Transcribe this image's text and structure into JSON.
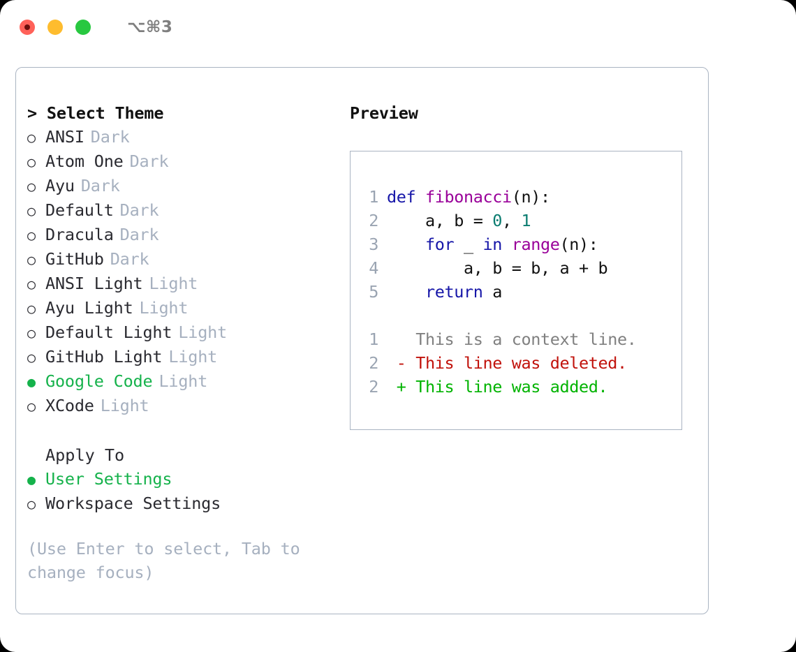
{
  "titlebar": {
    "shortcut": "⌥⌘3",
    "controls": [
      {
        "name": "close",
        "color": "#ff6159"
      },
      {
        "name": "minimize",
        "color": "#febc2e"
      },
      {
        "name": "maximize",
        "color": "#28c840"
      }
    ]
  },
  "theme_picker": {
    "heading": "> Select Theme",
    "bullet_selected": "●",
    "bullet_unselected": "○",
    "selected_color": "#15b24b",
    "suffix_color": "#a6b0bf",
    "items": [
      {
        "bullet": "○",
        "label": "ANSI",
        "suffix": "Dark",
        "selected": false
      },
      {
        "bullet": "○",
        "label": "Atom One",
        "suffix": "Dark",
        "selected": false
      },
      {
        "bullet": "○",
        "label": "Ayu",
        "suffix": "Dark",
        "selected": false
      },
      {
        "bullet": "○",
        "label": "Default",
        "suffix": "Dark",
        "selected": false
      },
      {
        "bullet": "○",
        "label": "Dracula",
        "suffix": "Dark",
        "selected": false
      },
      {
        "bullet": "○",
        "label": "GitHub",
        "suffix": "Dark",
        "selected": false
      },
      {
        "bullet": "○",
        "label": "ANSI Light",
        "suffix": "Light",
        "selected": false
      },
      {
        "bullet": "○",
        "label": "Ayu Light",
        "suffix": "Light",
        "selected": false
      },
      {
        "bullet": "○",
        "label": "Default Light",
        "suffix": "Light",
        "selected": false
      },
      {
        "bullet": "○",
        "label": "GitHub Light",
        "suffix": "Light",
        "selected": false
      },
      {
        "bullet": "●",
        "label": "Google Code",
        "suffix": "Light",
        "selected": true
      },
      {
        "bullet": "○",
        "label": "XCode",
        "suffix": "Light",
        "selected": false
      }
    ]
  },
  "apply_to": {
    "heading": "Apply To",
    "items": [
      {
        "bullet": "●",
        "label": "User Settings",
        "selected": true
      },
      {
        "bullet": "○",
        "label": "Workspace Settings",
        "selected": false
      }
    ]
  },
  "hint": "(Use Enter to select, Tab to change focus)",
  "preview": {
    "heading": "Preview",
    "code_lines": [
      {
        "no": "1",
        "tokens": [
          {
            "t": "def ",
            "c": "kw"
          },
          {
            "t": "fibonacci",
            "c": "fn"
          },
          {
            "t": "(n):",
            "c": "pl"
          }
        ]
      },
      {
        "no": "2",
        "tokens": [
          {
            "t": "    a, b = ",
            "c": "pl"
          },
          {
            "t": "0",
            "c": "num"
          },
          {
            "t": ", ",
            "c": "pl"
          },
          {
            "t": "1",
            "c": "num"
          }
        ]
      },
      {
        "no": "3",
        "tokens": [
          {
            "t": "    ",
            "c": "pl"
          },
          {
            "t": "for",
            "c": "kw"
          },
          {
            "t": " _ ",
            "c": "pl"
          },
          {
            "t": "in",
            "c": "kw"
          },
          {
            "t": " ",
            "c": "pl"
          },
          {
            "t": "range",
            "c": "fn"
          },
          {
            "t": "(n):",
            "c": "pl"
          }
        ]
      },
      {
        "no": "4",
        "tokens": [
          {
            "t": "        a, b = b, a + b",
            "c": "pl"
          }
        ]
      },
      {
        "no": "5",
        "tokens": [
          {
            "t": "    ",
            "c": "pl"
          },
          {
            "t": "return",
            "c": "kw"
          },
          {
            "t": " a",
            "c": "pl"
          }
        ]
      }
    ],
    "diff_lines": [
      {
        "no": "1",
        "marker": " ",
        "text": " This is a context line.",
        "kind": "ctx"
      },
      {
        "no": "2",
        "marker": "-",
        "text": " This line was deleted.",
        "kind": "del"
      },
      {
        "no": "2",
        "marker": "+",
        "text": " This line was added.",
        "kind": "add"
      }
    ]
  }
}
